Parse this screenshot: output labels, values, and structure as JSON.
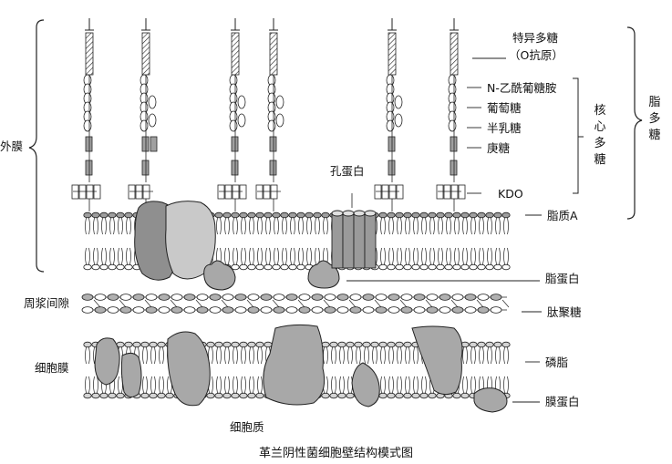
{
  "title": "革兰阴性菌细胞壁结构模式图",
  "left_labels": {
    "outer_membrane": "外膜",
    "periplasm": "周浆间隙",
    "cell_membrane": "细胞膜",
    "cytoplasm": "细胞质"
  },
  "right_labels": {
    "specific_polysaccharide": "特异多糖",
    "o_antigen": "（O抗原）",
    "n_acetylglucosamine": "N-乙酰葡糖胺",
    "glucose": "葡萄糖",
    "galactose": "半乳糖",
    "heptose": "庚糖",
    "kdo": "KDO",
    "lipid_a": "脂质A",
    "lipoprotein": "脂蛋白",
    "peptidoglycan": "肽聚糖",
    "phospholipid": "磷脂",
    "membrane_protein": "膜蛋白"
  },
  "group_labels": {
    "core_polysaccharide": "核心多糖",
    "lipopolysaccharide": "脂多糖"
  },
  "porin_label": "孔蛋白",
  "colors": {
    "protein_fill": "#a8a8a8",
    "protein_light": "#c9c9c9",
    "lipid_head": "#cfcfcf",
    "peptidoglycan_dark": "#b0b0b0",
    "sugar_dark": "#a0a0a0",
    "line": "#222222"
  }
}
